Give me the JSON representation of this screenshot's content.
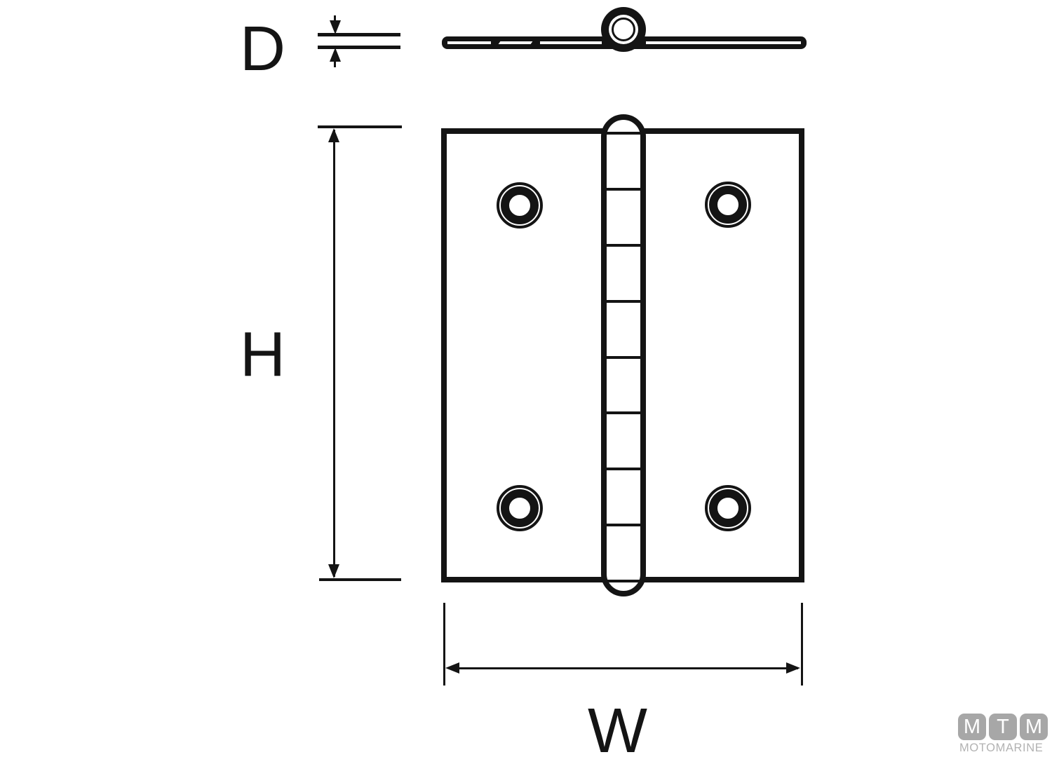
{
  "diagram": {
    "type": "technical-drawing",
    "dimensions": {
      "depth_label": "D",
      "height_label": "H",
      "width_label": "W"
    },
    "colors": {
      "line": "#141414",
      "background": "#ffffff"
    }
  },
  "logo": {
    "letters": [
      "M",
      "T",
      "M"
    ],
    "subtitle": "MOTOMARINE",
    "colors": {
      "block": "#a7a7a7",
      "letter": "#ffffff",
      "subtitle": "#b2b2b2"
    }
  }
}
